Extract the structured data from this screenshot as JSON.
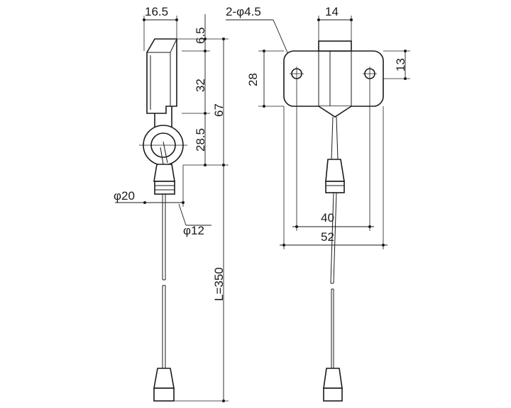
{
  "side_view": {
    "dim_width": "16.5",
    "dim_top": "6.5",
    "dim_body": "32",
    "dim_overall": "67",
    "dim_ring": "28.5",
    "dim_ring_dia": "φ20",
    "dim_hole_dia": "φ12",
    "dim_cord_length": "L=350"
  },
  "front_view": {
    "dim_holes": "2-φ4.5",
    "dim_center_width": "14",
    "dim_hole_offset": "13",
    "dim_height": "28",
    "dim_hole_pitch": "40",
    "dim_overall_width": "52"
  },
  "styles": {
    "line_color": "#1a1a1a",
    "background": "#ffffff"
  }
}
